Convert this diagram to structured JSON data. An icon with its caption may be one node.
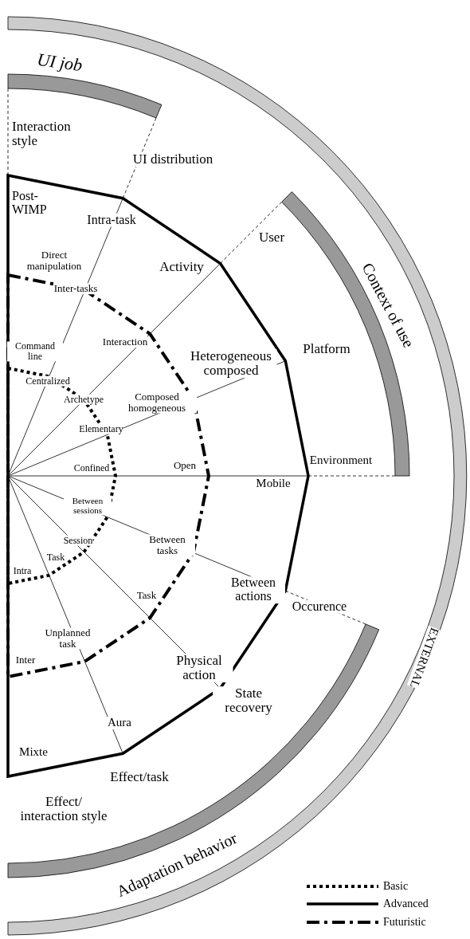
{
  "diagram": {
    "labels": [
      "UI job",
      "Interaction style",
      "UI distribution",
      "Post-WIMP",
      "Intra-task",
      "User",
      "Activity",
      "Direct manipulation",
      "Inter-tasks",
      "Interaction",
      "Command line",
      "Heterogeneous composed",
      "Platform",
      "Centralized",
      "Archetype",
      "Composed homogeneous",
      "Elementary",
      "Confined",
      "Open",
      "Environment",
      "Mobile",
      "Between sessions",
      "Between tasks",
      "Session",
      "Between actions",
      "Task",
      "Intra",
      "Occurence",
      "Task",
      "Unplanned task",
      "Inter",
      "Physical action",
      "State recovery",
      "Aura",
      "Mixte",
      "Effect/task",
      "Effect/ interaction style",
      "Context of use",
      "EXTERNAL",
      "Adaptation behavior"
    ],
    "legend": [
      {
        "text": "Basic"
      },
      {
        "text": "Advanced"
      },
      {
        "text": "Futuristic"
      }
    ]
  }
}
